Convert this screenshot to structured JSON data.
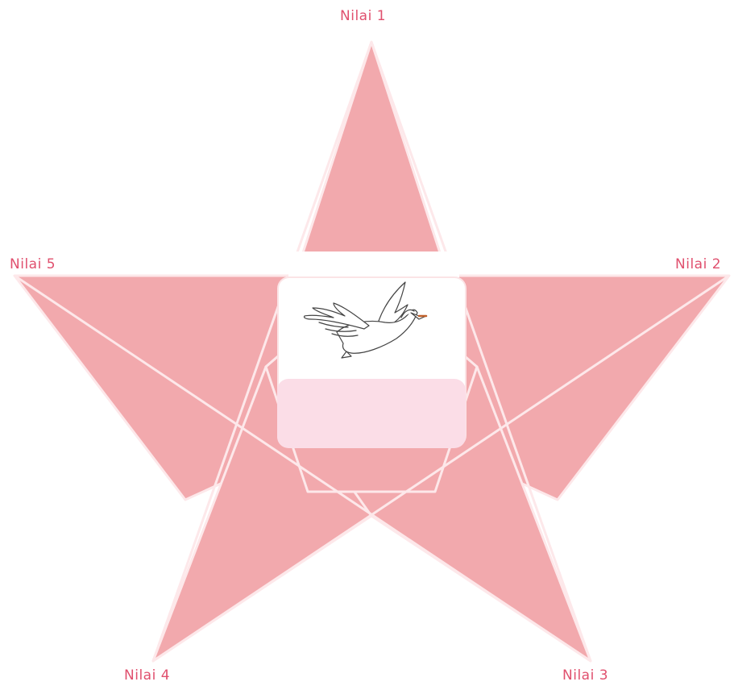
{
  "diagram": {
    "labels": {
      "point_1": "Nilai 1",
      "point_2": "Nilai 2",
      "point_3": "Nilai 3",
      "point_4": "Nilai 4",
      "point_5": "Nilai 5"
    },
    "center_image": "flying-swan-icon",
    "colors": {
      "star_fill": "#f2a9ad",
      "star_stroke": "#fbe4e6",
      "label_text": "#e0506e",
      "center_panel": "#ffffff",
      "text_box": "#fbdde7"
    }
  }
}
